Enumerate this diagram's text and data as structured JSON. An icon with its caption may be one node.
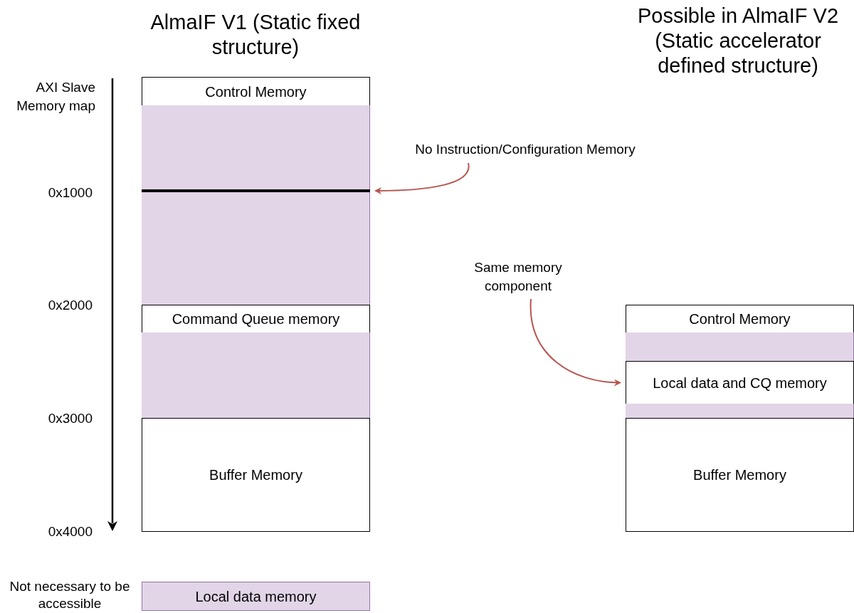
{
  "diagram": {
    "nodes": [
      {
        "text": [
          "Control Memory"
        ]
      },
      {
        "text": [],
        "shape": "box"
      },
      {
        "text": [],
        "shape": "bar",
        "in": 1
      },
      {
        "text": [
          "Command Queue memory"
        ]
      },
      {
        "text": [],
        "shape": "box"
      },
      {
        "text": [
          "Buffer Memory"
        ]
      },
      {
        "text": [
          "No Instruction/Configuration Memory"
        ]
      },
      {
        "text": [
          "Same memory component"
        ]
      },
      {
        "text": [
          "Control Memory"
        ]
      },
      {
        "text": [],
        "shape": "box"
      },
      {
        "text": [
          "Local data and CQ memory"
        ]
      },
      {
        "text": [],
        "shape": "box"
      },
      {
        "text": [
          "Buffer Memory"
        ]
      },
      {
        "text": [
          "Local data memory"
        ],
        "beside": [
          "Not necessary to be accessible"
        ]
      }
    ],
    "edges": [
      {
        "from": 6,
        "to": 2,
        "arrow": "to"
      },
      {
        "from": 7,
        "to": 10,
        "arrow": "to"
      }
    ],
    "labels": [
      "AlmaIF V1 (Static fixed structure)",
      "Possible in AlmaIF V2 (Static accelerator defined structure)",
      "AXI Slave Memory map",
      "0x1000",
      "0x2000",
      "0x3000",
      "0x4000"
    ]
  }
}
